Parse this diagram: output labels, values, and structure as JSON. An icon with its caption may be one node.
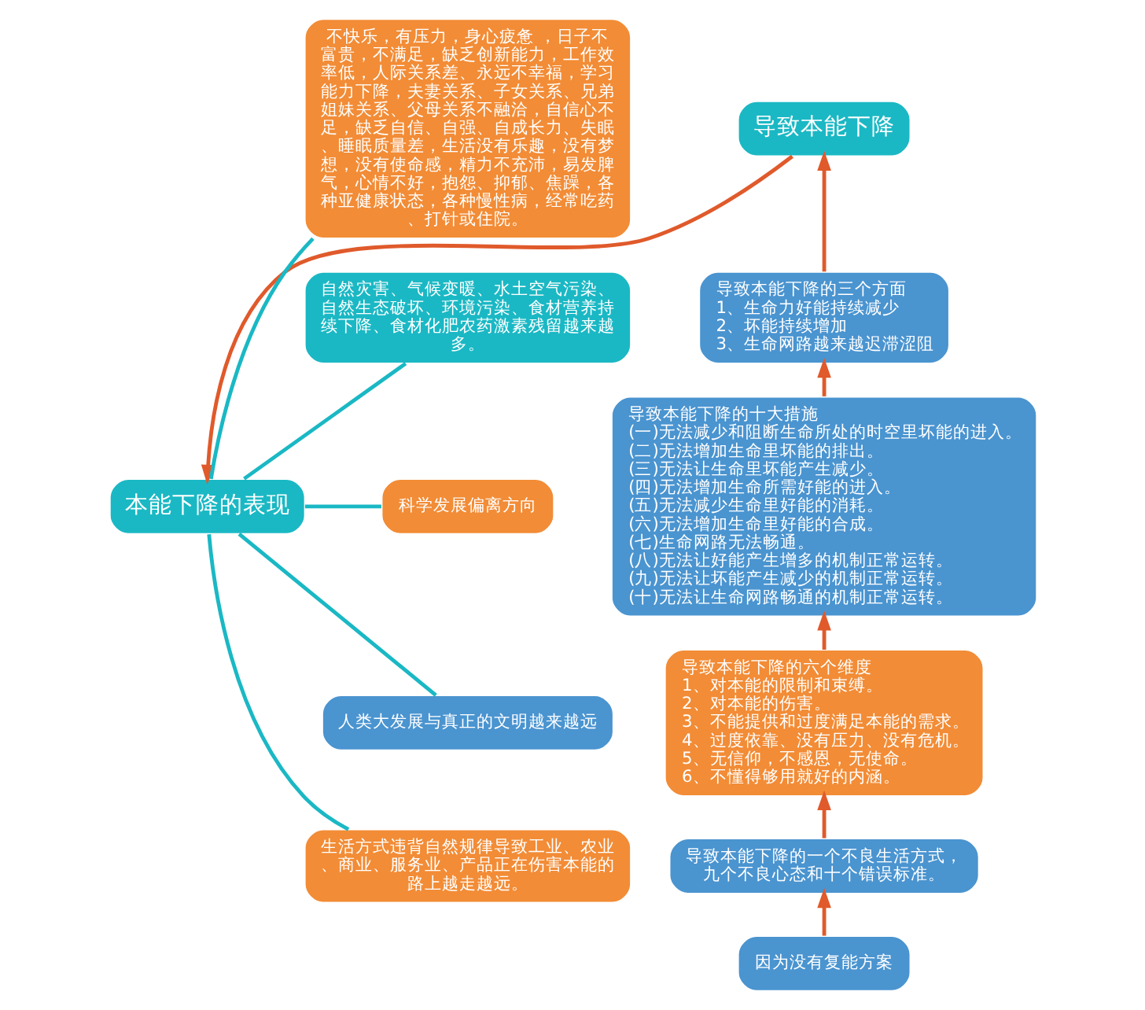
{
  "diagram": {
    "nodes": [
      {
        "text": [
          "导致本能下降"
        ]
      },
      {
        "text": [
          "导致本能下降的三个方面",
          "1、生命力好能持续减少",
          "2、坏能持续增加",
          "3、生命网路越来越迟滞涩阻"
        ]
      },
      {
        "text": [
          "导致本能下降的十大措施",
          "(一)无法减少和阻断生命所处的时空里坏能的进入。",
          "(二)无法增加生命里坏能的排出。",
          "(三)无法让生命里坏能产生减少。",
          "(四)无法增加生命所需好能的进入。",
          "(五)无法减少生命里好能的消耗。",
          "(六)无法增加生命里好能的合成。",
          "(七)生命网路无法畅通。",
          "(八)无法让好能产生增多的机制正常运转。",
          "(九)无法让坏能产生减少的机制正常运转。",
          "(十)无法让生命网路畅通的机制正常运转。"
        ]
      },
      {
        "text": [
          "导致本能下降的六个维度",
          "1、对本能的限制和束缚。",
          "2、对本能的伤害。",
          "3、不能提供和过度满足本能的需求。",
          "4、过度依靠、没有压力、没有危机。",
          "5、无信仰，不感恩，无使命。",
          "6、不懂得够用就好的内涵。"
        ]
      },
      {
        "text": [
          "导致本能下降的一个不良生活方式，九个不良心态和十个错误标准。"
        ]
      },
      {
        "text": [
          "因为没有复能方案"
        ]
      },
      {
        "text": [
          "本能下降的表现"
        ]
      },
      {
        "text": [
          "不快乐，有压力，身心疲惫 ，日子不富贵，不满足，缺乏创新能力，工作效率低，人际关系差、永远不幸福，学习能力下降，夫妻关系、子女关系、兄弟姐妹关系、父母关系不融洽，自信心不足，缺乏自信、自强、自成长力、失眠、睡眠质量差，生活没有乐趣，没有梦想，没有使命感，精力不充沛，易发脾气，心情不好，抱怨、抑郁、焦躁，各种亚健康状态，各种慢性病，经常吃药、打针或住院。"
        ]
      },
      {
        "text": [
          "自然灾害、气候变暖、水土空气污染、自然生态破坏、环境污染、食材营养持续下降、食材化肥农药激素残留越来越多。"
        ]
      },
      {
        "text": [
          "科学发展偏离方向"
        ]
      },
      {
        "text": [
          "人类大发展与真正的文明越来越远"
        ]
      },
      {
        "text": [
          "生活方式违背自然规律导致工业、农业、商业、服务业、产品正在伤害本能的路上越走越远。"
        ]
      }
    ],
    "edges": [
      {
        "from": 5,
        "to": 4,
        "arrow": "to"
      },
      {
        "from": 4,
        "to": 3,
        "arrow": "to"
      },
      {
        "from": 3,
        "to": 2,
        "arrow": "to"
      },
      {
        "from": 2,
        "to": 1,
        "arrow": "to"
      },
      {
        "from": 1,
        "to": 0,
        "arrow": "to"
      },
      {
        "from": 0,
        "to": 6,
        "arrow": "to"
      },
      {
        "from": 6,
        "to": 7,
        "arrow": "none",
        "color": "#1ab8c4"
      },
      {
        "from": 6,
        "to": 8,
        "arrow": "none",
        "color": "#1ab8c4"
      },
      {
        "from": 6,
        "to": 9,
        "arrow": "none",
        "color": "#1ab8c4"
      },
      {
        "from": 6,
        "to": 10,
        "arrow": "none",
        "color": "#1ab8c4"
      },
      {
        "from": 6,
        "to": 11,
        "arrow": "none",
        "color": "#1ab8c4"
      }
    ]
  }
}
